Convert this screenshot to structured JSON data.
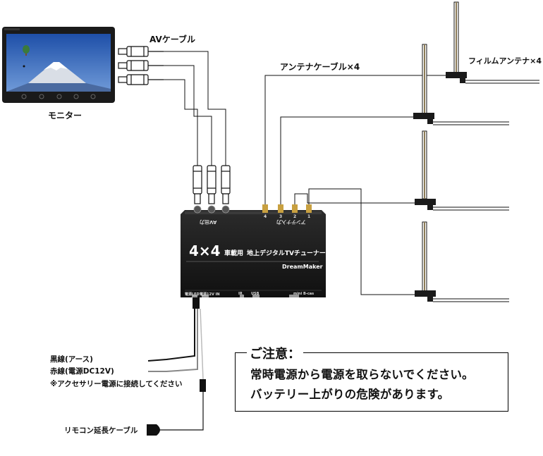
{
  "labels": {
    "monitor": "モニター",
    "av_cable": "AVケーブル",
    "antenna_cable": "アンテナケーブル×4",
    "film_antenna": "フィルムアンテナ×4",
    "black_wire": "黒線(アース)",
    "red_wire": "赤線(電源DC12V)",
    "acc_note": "※アクセサリー電源に接続してください",
    "remote_ext": "リモコン延長ケーブル"
  },
  "tuner": {
    "model": "4×4",
    "sub1": "車載用",
    "sub2": "地上デジタルTVチューナー",
    "brand": "DreamMaker",
    "port_av": "AV出力",
    "port_ant": "アンテナ入力",
    "port_power_led": "電源LED",
    "port_power": "電源12V IN",
    "port_ir": "IR",
    "port_usb": "USB",
    "port_mini": "mini B-cas",
    "ant_nums": [
      "4",
      "3",
      "2",
      "1"
    ]
  },
  "notice": {
    "title": "ご注意：",
    "line1": "常時電源から電源を取らないでください。",
    "line2": "バッテリー上がりの危険があります。"
  },
  "colors": {
    "device": "#1b1b1b",
    "cable": "#111111",
    "sky": "#3a6fc4",
    "gold": "#c8a040"
  },
  "icons": [
    "monitor",
    "rca-connector",
    "tuner-box",
    "film-antenna",
    "remote-receiver"
  ]
}
